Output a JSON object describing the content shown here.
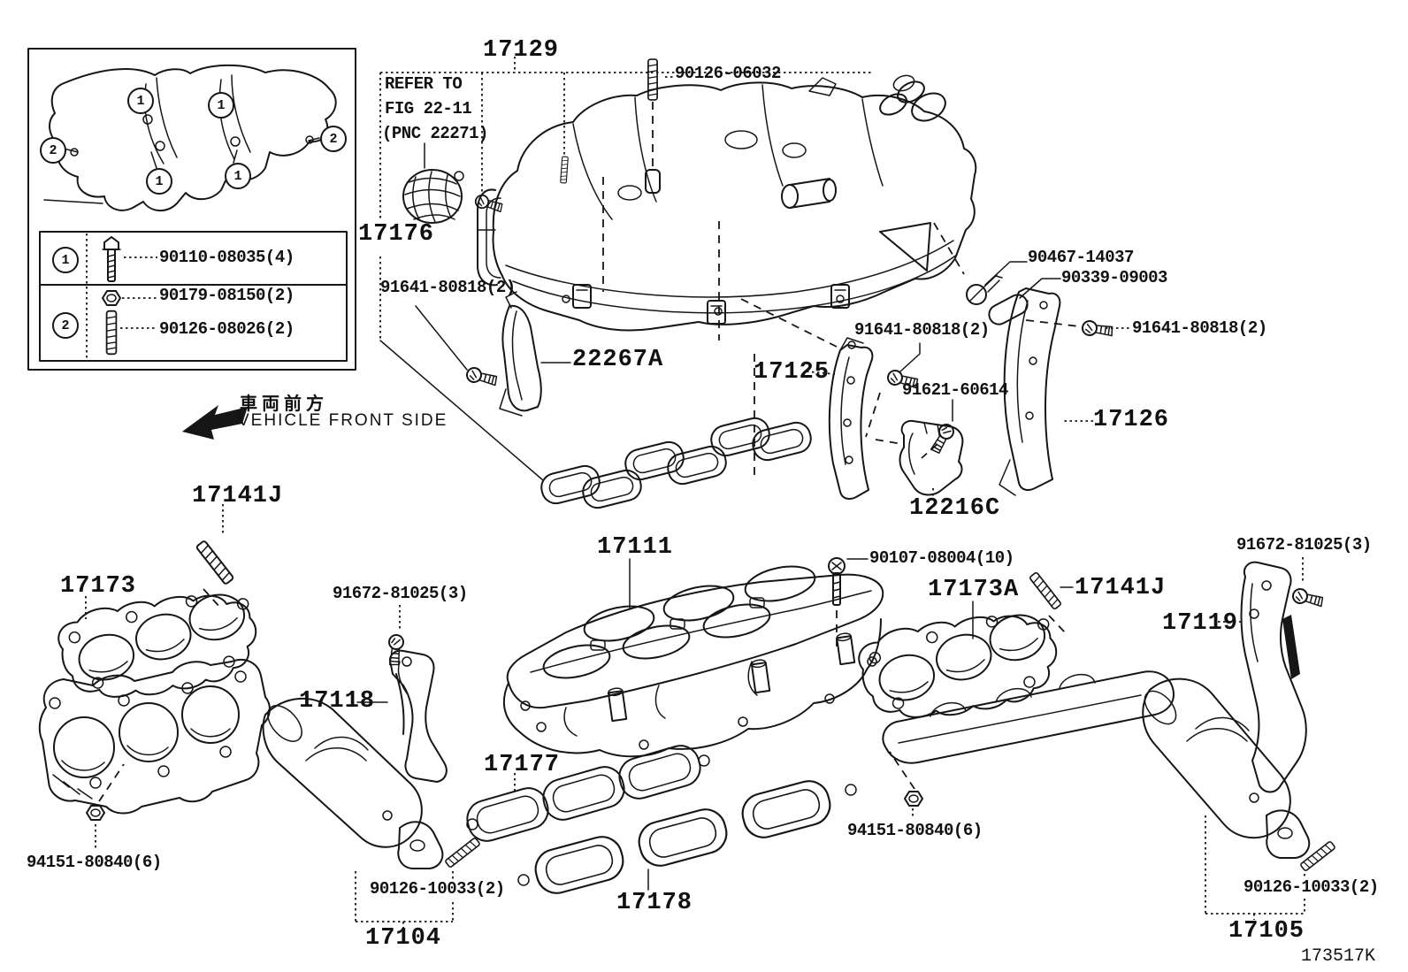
{
  "page": {
    "background": "#ffffff",
    "line_color": "#161616"
  },
  "figure_code": "173517K",
  "direction_indicator": {
    "jp": "車両前方",
    "en": "VEHICLE FRONT SIDE",
    "icon": "left-arrow-icon"
  },
  "note": {
    "line1": "REFER TO",
    "line2": "FIG 22-11",
    "line3": "(PNC 22271)"
  },
  "inset": {
    "callouts": [
      "1",
      "1",
      "2",
      "2",
      "1",
      "1"
    ],
    "legend": [
      {
        "callout": "1",
        "rows": [
          {
            "icon": "flange-bolt-icon",
            "part": "90110-08035(4)"
          }
        ]
      },
      {
        "callout": "2",
        "rows": [
          {
            "icon": "nut-icon",
            "part": "90179-08150(2)"
          },
          {
            "icon": "stud-icon",
            "part": "90126-08026(2)"
          }
        ]
      }
    ]
  },
  "labels": {
    "t17129": {
      "text": "17129"
    },
    "t90126_06032": {
      "text": "90126-06032"
    },
    "t17176": {
      "text": "17176"
    },
    "t91641_left": {
      "text": "91641-80818(2)"
    },
    "t22267A": {
      "text": "22267A"
    },
    "t17125": {
      "text": "17125"
    },
    "t91641_mid": {
      "text": "91641-80818(2)"
    },
    "t90467": {
      "text": "90467-14037"
    },
    "t90339": {
      "text": "90339-09003"
    },
    "t91641_right": {
      "text": "91641-80818(2)"
    },
    "t91621": {
      "text": "91621-60614"
    },
    "t17126": {
      "text": "17126"
    },
    "t12216C": {
      "text": "12216C"
    },
    "t17141J_left": {
      "text": "17141J"
    },
    "t17173": {
      "text": "17173"
    },
    "t91672_left": {
      "text": "91672-81025(3)"
    },
    "t17111": {
      "text": "17111"
    },
    "t90107": {
      "text": "90107-08004(10)"
    },
    "t17173A": {
      "text": "17173A"
    },
    "t17141J_right": {
      "text": "17141J"
    },
    "t91672_right": {
      "text": "91672-81025(3)"
    },
    "t17119": {
      "text": "17119"
    },
    "t17118": {
      "text": "17118"
    },
    "t17177": {
      "text": "17177"
    },
    "t94151_left": {
      "text": "94151-80840(6)"
    },
    "t90126_10033_left": {
      "text": "90126-10033(2)"
    },
    "t17104": {
      "text": "17104"
    },
    "t17178": {
      "text": "17178"
    },
    "t94151_right": {
      "text": "94151-80840(6)"
    },
    "t90126_10033_right": {
      "text": "90126-10033(2)"
    },
    "t17105": {
      "text": "17105"
    }
  }
}
